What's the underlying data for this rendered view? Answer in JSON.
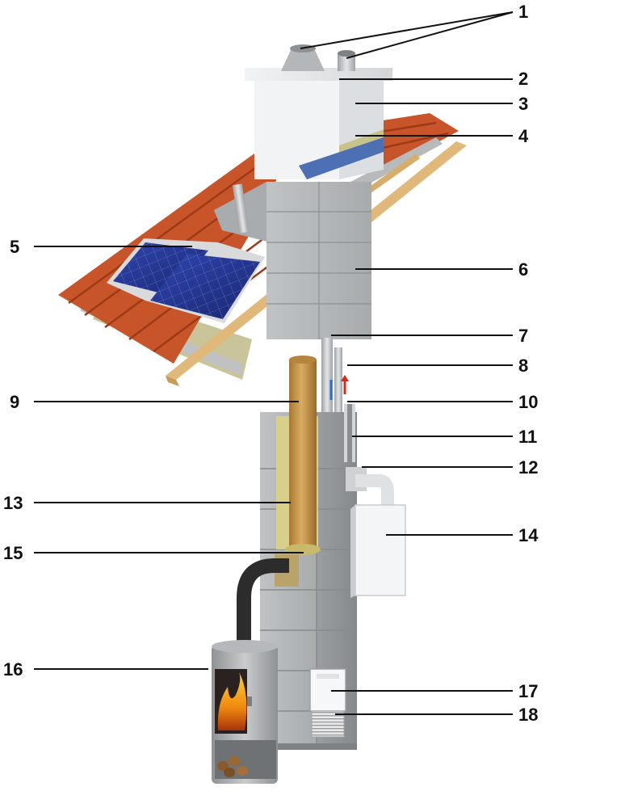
{
  "diagram": {
    "callouts": [
      {
        "id": "1",
        "label": "1"
      },
      {
        "id": "2",
        "label": "2"
      },
      {
        "id": "3",
        "label": "3"
      },
      {
        "id": "4",
        "label": "4"
      },
      {
        "id": "5",
        "label": "5"
      },
      {
        "id": "6",
        "label": "6"
      },
      {
        "id": "7",
        "label": "7"
      },
      {
        "id": "8",
        "label": "8"
      },
      {
        "id": "9",
        "label": "9"
      },
      {
        "id": "10",
        "label": "10"
      },
      {
        "id": "11",
        "label": "11"
      },
      {
        "id": "12",
        "label": "12"
      },
      {
        "id": "13",
        "label": "13"
      },
      {
        "id": "14",
        "label": "14"
      },
      {
        "id": "15",
        "label": "15"
      },
      {
        "id": "16",
        "label": "16"
      },
      {
        "id": "17",
        "label": "17"
      },
      {
        "id": "18",
        "label": "18"
      }
    ]
  },
  "colors": {
    "block_light": "#c4c7c8",
    "block_mid": "#a9adae",
    "block_dark": "#8d9192",
    "tile": "#c8552a",
    "tile_dark": "#9c3a17",
    "wood": "#e0b97a",
    "solar_panel": "#23338a",
    "flue_liner": "#c99a52",
    "insulation": "#d8cf8a",
    "cap": "#e7e8ea",
    "stove": "#a9acae",
    "stove_pipe": "#2c2c2c",
    "fire": "#f08a10"
  }
}
